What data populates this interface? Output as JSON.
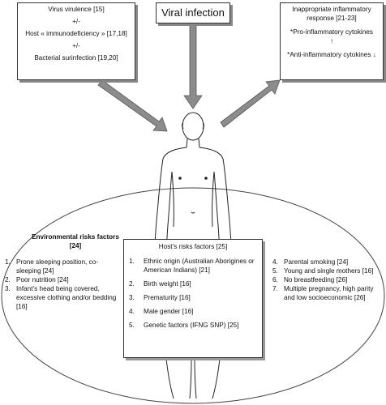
{
  "virus_box": {
    "line1": "Virus virulence [15]",
    "sep1": "+/-",
    "line2": "Host « immunodeficiency » [17,18]",
    "sep2": "+/-",
    "line3": "Bacterial surinfection [19,20]"
  },
  "viral_infection": "Viral infection",
  "inflammatory_box": {
    "title": "Inappropriate inflammatory response [21-23]",
    "pro": "*Pro-inflammatory cytokines",
    "pro_arrow": "↑",
    "anti": "*Anti-inflammatory cytokines",
    "anti_arrow": "↓"
  },
  "environmental": {
    "title": "Environmental risks factors [24]",
    "items": [
      {
        "num": "1.",
        "text": "Prone sleeping position, co-sleeping [24]"
      },
      {
        "num": "2.",
        "text": "Poor nutrition [24]"
      },
      {
        "num": "3.",
        "text": "Infant’s head being covered, excessive clothing and/or bedding [16]"
      }
    ]
  },
  "host": {
    "title": "Host’s risks factors [25]",
    "items": [
      {
        "num": "1.",
        "text": "Ethnic origin (Australian Aborigines or American Indians) [21]"
      },
      {
        "num": "2.",
        "text": "Birth weight [16]"
      },
      {
        "num": "3.",
        "text": "Prematurity [16]"
      },
      {
        "num": "4.",
        "text": "Male gender [16]"
      },
      {
        "num": "5.",
        "text": "Genetic factors (IFNG SNP) [25]"
      }
    ]
  },
  "other_factors": {
    "items": [
      {
        "num": "4.",
        "text": "Parental smoking [24]"
      },
      {
        "num": "5.",
        "text": "Young and single mothers [16]"
      },
      {
        "num": "6.",
        "text": "No breastfeeding [26]"
      },
      {
        "num": "7.",
        "text": "Multiple pregnancy, high parity and low socioeconomic [26]"
      }
    ]
  },
  "colors": {
    "arrow_fill": "#8c8c8c",
    "arrow_stroke": "#555555",
    "border": "#333333"
  }
}
